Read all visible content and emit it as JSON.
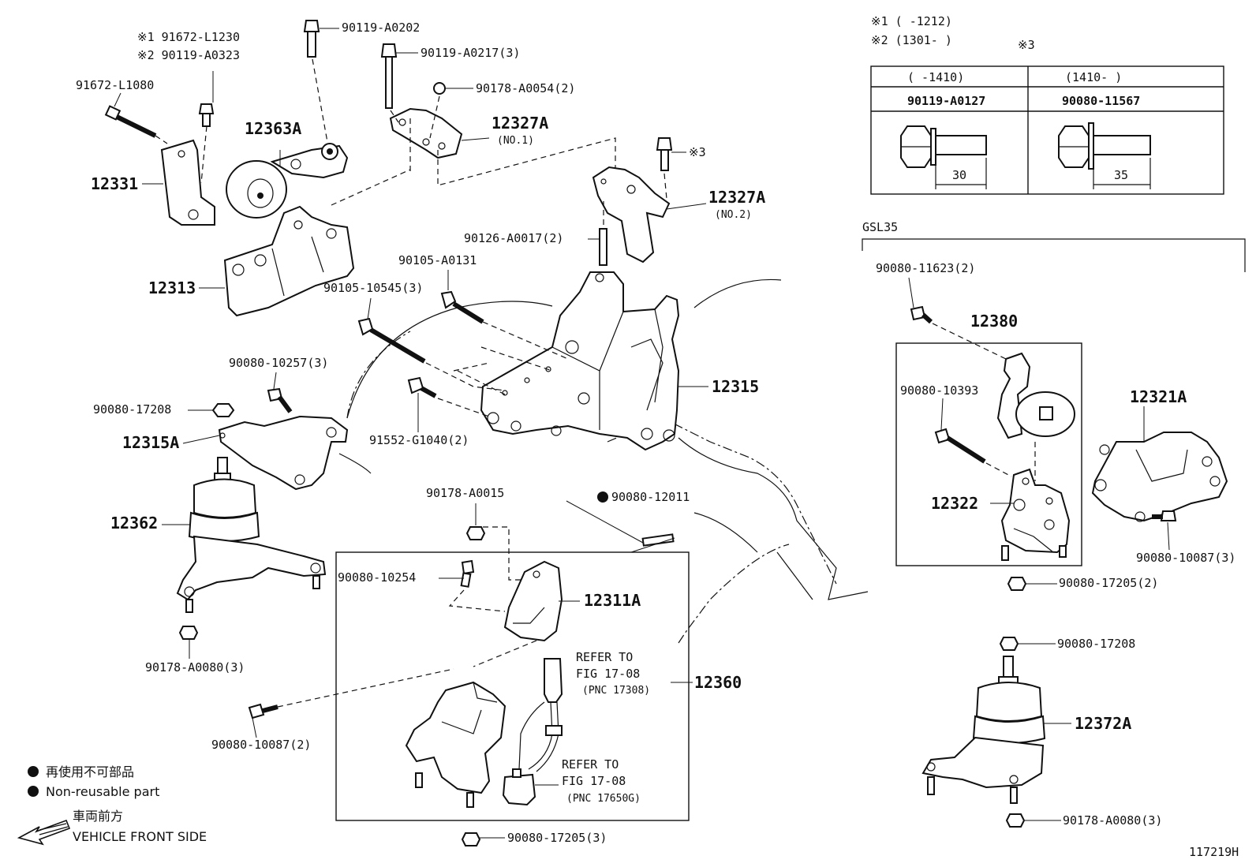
{
  "diagram_code": "117219H",
  "legend": {
    "nonreusable_jp": "再使用不可部品",
    "nonreusable_en": "Non-reusable part",
    "front_jp": "車両前方",
    "front_en": "VEHICLE FRONT SIDE"
  },
  "notes": {
    "n1": "※1 (      -1212)",
    "n2": "※2 (1301-      )",
    "n3": "※3"
  },
  "table": {
    "col1_range": "(      -1410)",
    "col2_range": "(1410-      )",
    "col1_part": "90119-A0127",
    "col2_part": "90080-11567",
    "col1_len": "30",
    "col2_len": "35"
  },
  "gsl_label": "GSL35",
  "labels": {
    "p91672_L1230": "※1 91672-L1230",
    "p90119_A0323": "※2 90119-A0323",
    "p91672_L1080": "91672-L1080",
    "p90119_A0202": "90119-A0202",
    "p90119_A0217": "90119-A0217(3)",
    "p90178_A0054": "90178-A0054(2)",
    "p12327A_1": "12327A",
    "no1": "(NO.1)",
    "p12363A": "12363A",
    "p12331": "12331",
    "x3": "※3",
    "p12327A_2": "12327A",
    "no2": "(NO.2)",
    "p90126_A0017": "90126-A0017(2)",
    "p12313": "12313",
    "p90105_A0131": "90105-A0131",
    "p90105_10545": "90105-10545(3)",
    "p12315": "12315",
    "p90080_10257": "90080-10257(3)",
    "p90080_17208a": "90080-17208",
    "p12315A": "12315A",
    "p91552_G1040": "91552-G1040(2)",
    "p12362": "12362",
    "p90178_A0015": "90178-A0015",
    "p90080_12011": "90080-12011",
    "p90080_10254": "90080-10254",
    "p12311A": "12311A",
    "p90178_A0080a": "90178-A0080(3)",
    "refer1a": "REFER TO",
    "refer1b": "FIG 17-08",
    "refer1c": "(PNC 17308)",
    "p12360": "12360",
    "p90080_10087a": "90080-10087(2)",
    "refer2a": "REFER TO",
    "refer2b": "FIG 17-08",
    "refer2c": "(PNC 17650G)",
    "p90080_17205a": "90080-17205(3)",
    "p90080_11623": "90080-11623(2)",
    "p12380": "12380",
    "p90080_10393": "90080-10393",
    "p12321A": "12321A",
    "p12322": "12322",
    "p90080_10087b": "90080-10087(3)",
    "p90080_17205b": "90080-17205(2)",
    "p90080_17208b": "90080-17208",
    "p12372A": "12372A",
    "p90178_A0080b": "90178-A0080(3)"
  }
}
